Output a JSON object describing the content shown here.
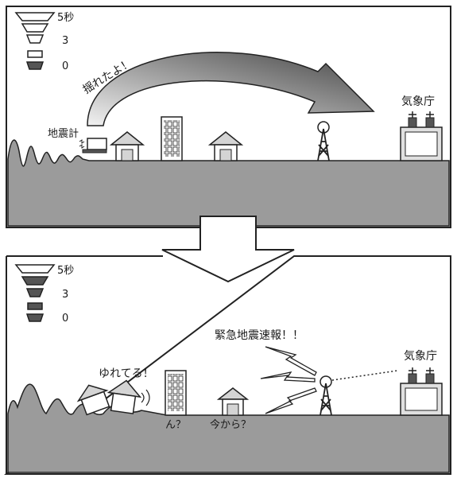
{
  "panel_top": {
    "scale_labels": [
      "5秒",
      "3",
      "0"
    ],
    "arrow_text": "揺れたよ！",
    "seismometer_label": "地震計",
    "jma_label": "気象庁"
  },
  "panel_bottom": {
    "scale_labels": [
      "5秒",
      "3",
      "0"
    ],
    "shaking_text": "ゆれてる！",
    "alert_text": "緊急地震速報！！",
    "building_text": "ん？",
    "house_text": "今から？",
    "jma_label": "気象庁"
  },
  "colors": {
    "ground": "#9b9b9b",
    "ink": "#1a1a1a",
    "scale_dark": "#555555",
    "building": "#d4d4d4",
    "paper": "#ffffff"
  },
  "icons": [
    "hourglass-scale-icon",
    "house-icon",
    "building-icon",
    "radio-tower-icon",
    "jma-building-icon",
    "seismometer-icon",
    "lightning-icon",
    "down-arrow-icon"
  ]
}
